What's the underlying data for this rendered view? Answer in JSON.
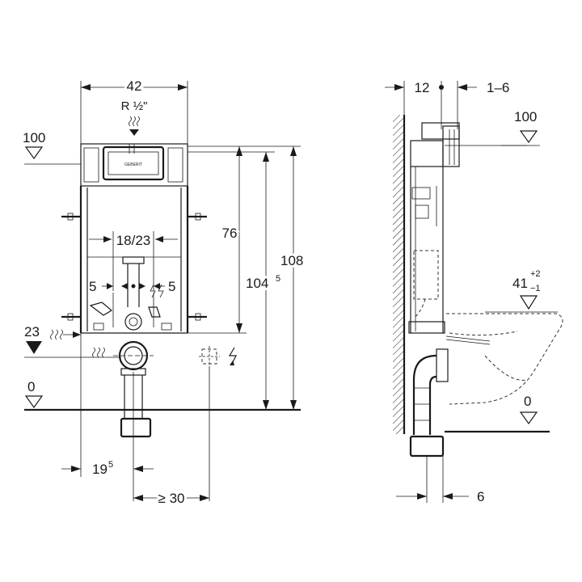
{
  "front_view": {
    "dim_width": "42",
    "thread_label": "R ½\"",
    "level_100": "100",
    "level_23": "23",
    "level_0": "0",
    "dim_18_23": "18/23",
    "dim_5_left": "5",
    "dim_5_right": "5",
    "dim_76": "76",
    "dim_104": "104",
    "dim_104_sup": "5",
    "dim_108": "108",
    "dim_19": "19",
    "dim_19_sup": "5",
    "dim_min_30": "≥ 30",
    "brand_plate": "GEBERIT"
  },
  "side_view": {
    "dim_12": "12",
    "dim_1_6": "1–6",
    "level_100": "100",
    "level_41": "41",
    "level_41_plus": "+2",
    "level_41_minus": "−1",
    "level_0": "0",
    "dim_6": "6"
  }
}
